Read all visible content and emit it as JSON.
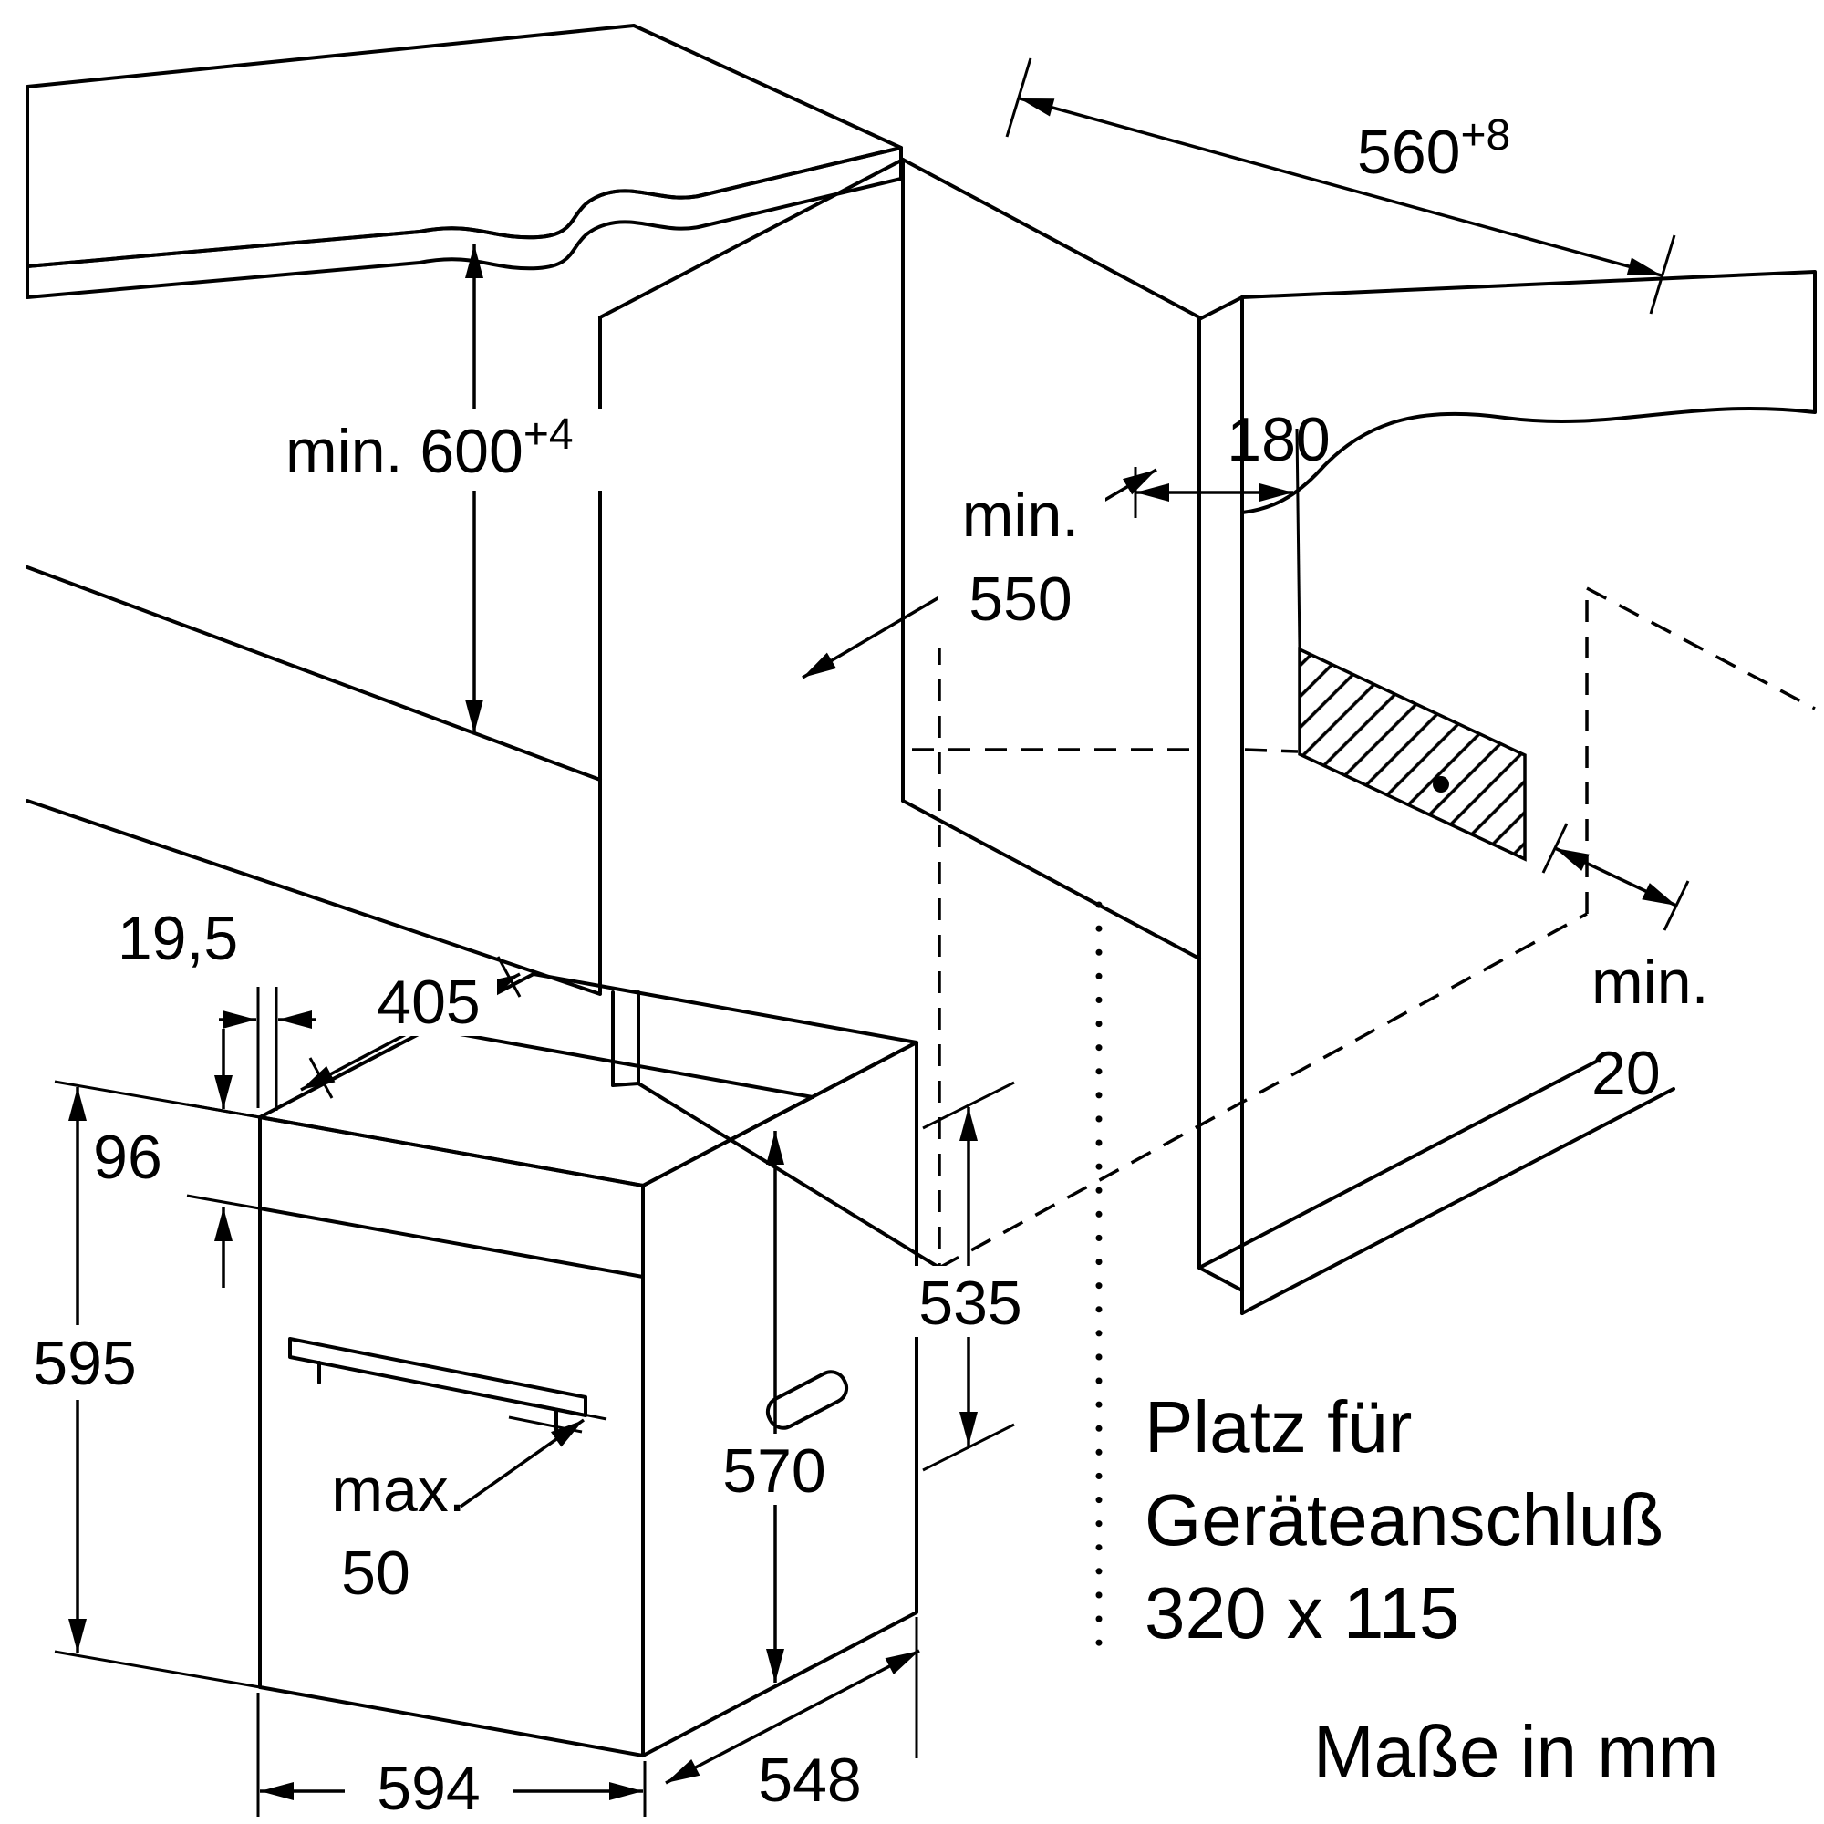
{
  "diagram": {
    "title_semantic": "built-in oven installation dimension drawing",
    "units_note": "Maße in mm",
    "colors": {
      "surface_gray": "#ececec",
      "edge_gray": "#d9d9d9",
      "line": "#000000"
    },
    "labels": {
      "niche_height": "min. 600",
      "niche_height_sup": "+4",
      "niche_depth_line1": "min.",
      "niche_depth_line2": "550",
      "conn_offset": "180",
      "niche_width": "560",
      "niche_width_sup": "+8",
      "rear_gap_line1": "min.",
      "rear_gap_line2": "20",
      "door_gap": "19,5",
      "top_depth": "405",
      "panel_height": "96",
      "front_height": "595",
      "handle_line1": "max.",
      "handle_line2": "50",
      "front_width": "594",
      "body_height": "570",
      "rear_height": "535",
      "body_depth": "548"
    },
    "notes": {
      "connection_line1": "Platz für",
      "connection_line2": "Geräteanschluß",
      "connection_line3": "320 x 115",
      "units": "Maße in mm"
    }
  }
}
